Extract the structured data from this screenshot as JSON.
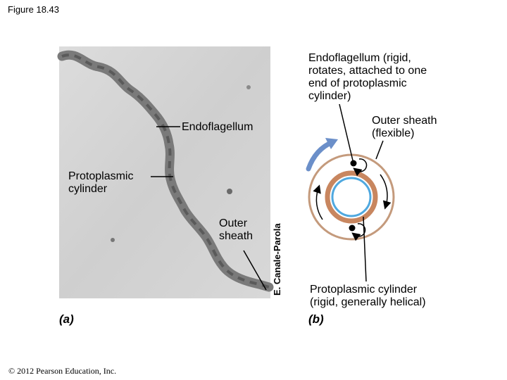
{
  "figure_title": "Figure 18.43",
  "panel_a": {
    "letter": "(a)",
    "photo_credit": "E. Canale-Parola",
    "labels": {
      "endoflagellum": "Endoflagellum",
      "protoplasmic_cylinder": "Protoplasmic\ncylinder",
      "outer_sheath": "Outer\nsheath"
    }
  },
  "panel_b": {
    "letter": "(b)",
    "labels": {
      "endoflagellum": "Endoflagellum (rigid,\nrotates, attached to one\nend of protoplasmic\ncylinder)",
      "outer_sheath": "Outer sheath\n(flexible)",
      "protoplasmic_cylinder": "Protoplasmic cylinder\n(rigid, generally helical)"
    }
  },
  "copyright": "© 2012 Pearson Education, Inc.",
  "colors": {
    "micrograph_bg": "#d6d6d6",
    "cell_body": "#6e6e6e",
    "outer_sheath_ring": "#c49a7c",
    "protoplasmic_ring": "#c8865f",
    "inner_fill": "#ffffff",
    "inner_ring": "#4fa8df",
    "rotation_arrow": "#6b8fc9"
  }
}
